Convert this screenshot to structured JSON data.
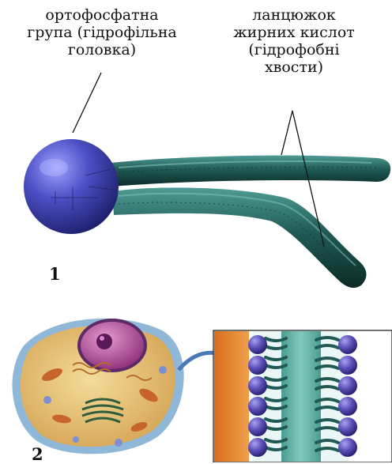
{
  "labels": {
    "head": [
      "ортофосфатна",
      "група (гідрофільна",
      "головка)"
    ],
    "tails": [
      "ланцюжок",
      "жирних кислот",
      "(гідрофобні",
      "хвости)"
    ]
  },
  "figure_numbers": {
    "first": "1",
    "second": "2"
  },
  "colors": {
    "head": "#3b3fa6",
    "tail": "#1f5a55",
    "membrane_bg": "#e48a2c",
    "cell_cytoplasm": "#e9c77a",
    "nucleus": "#b24f9a"
  }
}
